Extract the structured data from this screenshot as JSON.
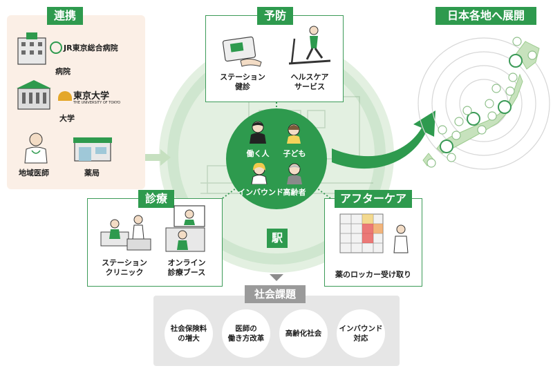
{
  "renkei": {
    "title": "連携",
    "jr_logo": "JR東京総合病院",
    "hospital": "病院",
    "ut_logo": "東京大学",
    "ut_logo_sub": "THE UNIVERSITY OF TOKYO",
    "university": "大学",
    "doctor": "地域医師",
    "pharmacy": "薬局"
  },
  "yobo": {
    "title": "予防",
    "item1_line1": "ステーション",
    "item1_line2": "健診",
    "item2_line1": "ヘルスケア",
    "item2_line2": "サービス"
  },
  "center": {
    "working": "働く人",
    "children": "子ども",
    "inbound": "インバウンド",
    "elderly": "高齢者",
    "station": "駅"
  },
  "shinryo": {
    "title": "診療",
    "item1_line1": "ステーション",
    "item1_line2": "クリニック",
    "item2_line1": "オンライン",
    "item2_line2": "診療ブース"
  },
  "aftercare": {
    "title": "アフターケア",
    "item": "薬のロッカー受け取り"
  },
  "expansion": {
    "title": "日本各地へ展開"
  },
  "issues": {
    "title": "社会課題",
    "items": [
      {
        "line1": "社会保険料",
        "line2": "の増大"
      },
      {
        "line1": "医師の",
        "line2": "働き方改革"
      },
      {
        "line1": "高齢化社会",
        "line2": ""
      },
      {
        "line1": "インバウンド",
        "line2": "対応"
      }
    ]
  },
  "colors": {
    "primary_green": "#2e9a4e",
    "light_green": "#cfe6cf",
    "panel_beige": "#fbefe6",
    "issues_gray": "#e6e6e6"
  }
}
